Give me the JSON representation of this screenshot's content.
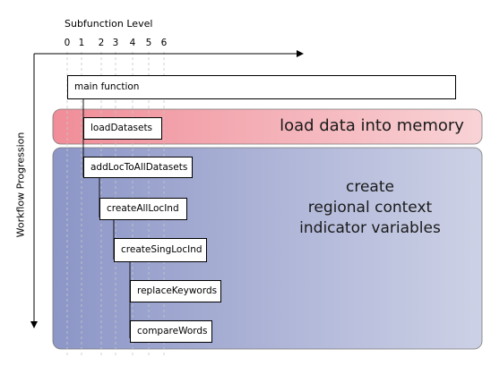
{
  "diagram": {
    "x_axis_label": "Subfunction Level",
    "y_axis_label": "Workflow Progression",
    "levels": [
      "0",
      "1",
      "2",
      "3",
      "4",
      "5",
      "6"
    ],
    "boxes": {
      "main": "main function",
      "load": "loadDatasets",
      "addloc": "addLocToAllDatasets",
      "createall": "createAllLocInd",
      "createsing": "createSingLocInd",
      "replace": "replaceKeywords",
      "compare": "compareWords"
    },
    "phases": {
      "load_text": "load data into memory",
      "create_line1": "create",
      "create_line2": "regional context",
      "create_line3": "indicator variables"
    },
    "colors": {
      "load_phase_left": "#f08d98",
      "load_phase_right": "#f8d3d6",
      "create_phase_left": "#8c96c7",
      "create_phase_right": "#cdd1e6"
    }
  }
}
